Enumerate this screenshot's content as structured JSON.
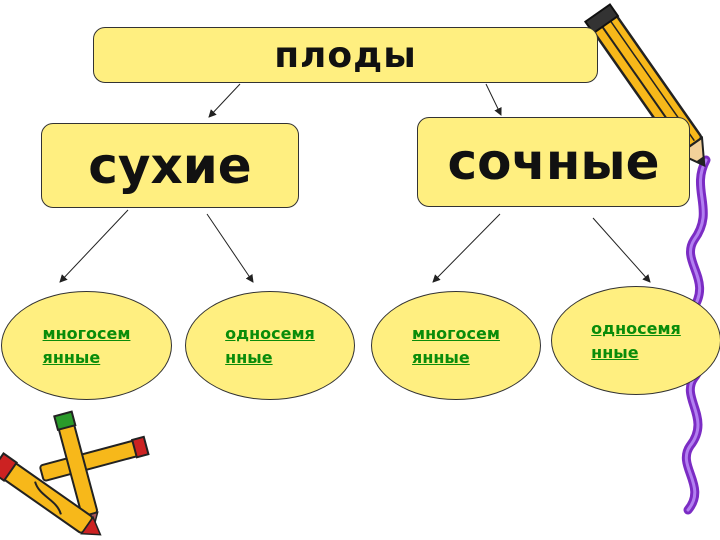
{
  "root": {
    "label": "плоды"
  },
  "branches": [
    {
      "label": "сухие",
      "children": [
        "многосем\nянные",
        "односемя\nнные"
      ]
    },
    {
      "label": "сочные",
      "children": [
        "многосем\nянные",
        "односемя\nнные"
      ]
    }
  ],
  "colors": {
    "box_fill": "#ffef80",
    "leaf_text": "#0a8c0a",
    "decor_ribbon": "#7b2cc4"
  },
  "decorations": [
    "pencil-icon",
    "crayon-icon",
    "purple-ribbon"
  ]
}
